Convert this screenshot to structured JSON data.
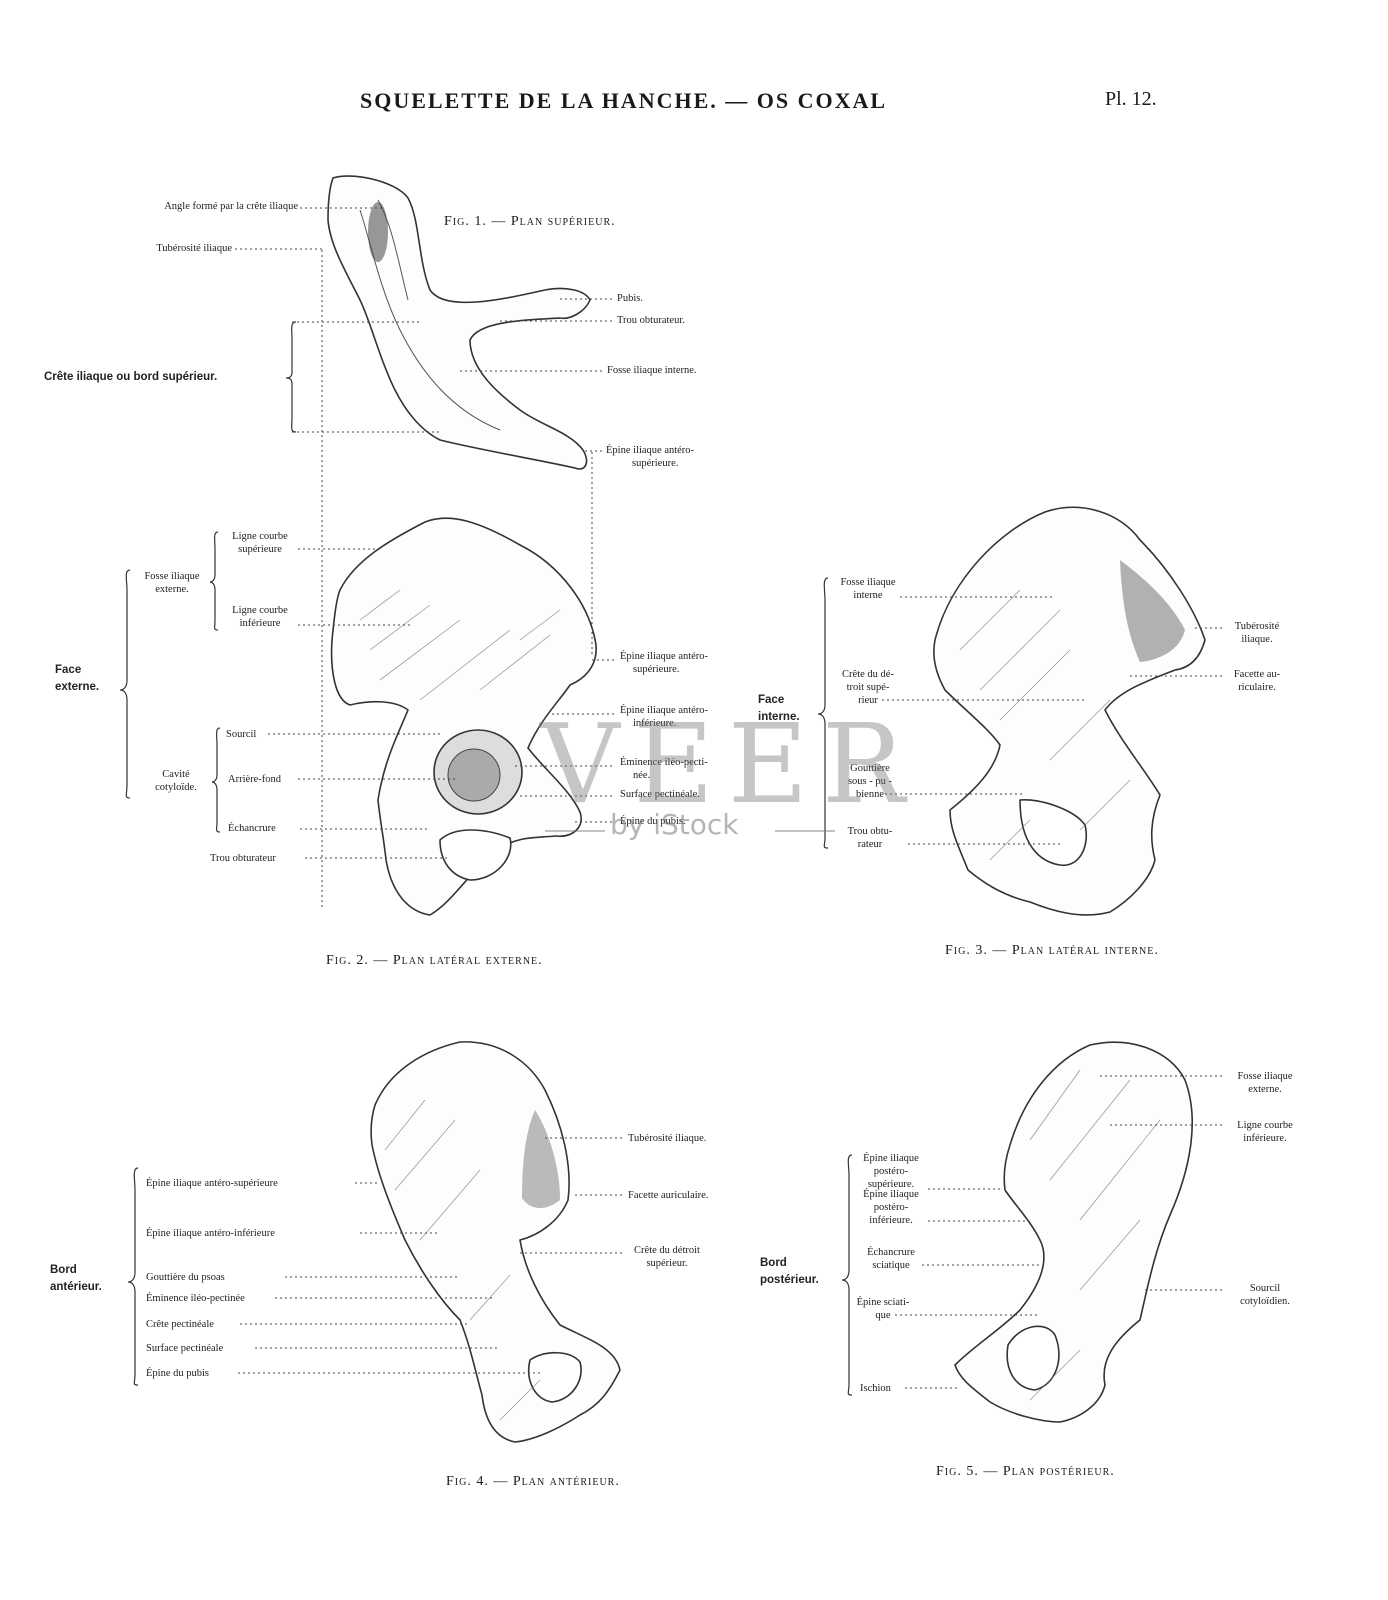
{
  "header": {
    "title": "SQUELETTE DE LA HANCHE. — OS COXAL",
    "plate": "Pl. 12."
  },
  "figures": {
    "fig1": {
      "caption": "Fig. 1. — Plan supérieur.",
      "left_labels": [
        "Angle formé par la crête iliaque",
        "Tubérosité iliaque"
      ],
      "group": "Crête iliaque ou bord supérieur.",
      "right_labels": [
        "Pubis.",
        "Trou obturateur.",
        "Fosse iliaque interne.",
        "Épine iliaque antéro-",
        "supérieure."
      ]
    },
    "fig2": {
      "caption": "Fig. 2. — Plan latéral externe.",
      "group_main": [
        "Face",
        "externe."
      ],
      "sub_fosse": [
        "Fosse iliaque",
        "externe."
      ],
      "sub_cavite": [
        "Cavité",
        "cotyloïde."
      ],
      "left_labels": [
        "Ligne courbe",
        "supérieure",
        "Ligne courbe",
        "inférieure",
        "Sourcil",
        "Arrière-fond",
        "Échancrure",
        "Trou obturateur"
      ],
      "right_labels": [
        "Épine iliaque antéro-",
        "supérieure.",
        "Épine iliaque antéro-",
        "inférieure.",
        "Éminence iléo-pecti-",
        "née.",
        "Surface pectinéale.",
        "Épine du pubis."
      ]
    },
    "fig3": {
      "caption": "Fig. 3. — Plan latéral interne.",
      "group": [
        "Face",
        "interne."
      ],
      "left_labels": [
        "Fosse iliaque",
        "interne",
        "Crête du dé-",
        "troit supé-",
        "rieur",
        "Gouttière",
        "sous - pu -",
        "bienne",
        "Trou obtu-",
        "rateur"
      ],
      "right_labels": [
        "Tubérosité",
        "iliaque.",
        "Facette au-",
        "riculaire."
      ]
    },
    "fig4": {
      "caption": "Fig. 4. — Plan antérieur.",
      "group": [
        "Bord",
        "antérieur."
      ],
      "left_labels": [
        "Épine iliaque antéro-supérieure",
        "Épine iliaque antéro-inférieure",
        "Gouttière du psoas",
        "Éminence iléo-pectinée",
        "Crête pectinéale",
        "Surface pectinéale",
        "Épine du pubis"
      ],
      "right_labels": [
        "Tubérosité iliaque.",
        "Facette auriculaire.",
        "Crête du détroit",
        "supérieur."
      ]
    },
    "fig5": {
      "caption": "Fig. 5. — Plan postérieur.",
      "group": [
        "Bord",
        "postérieur."
      ],
      "left_labels": [
        "Épine iliaque",
        "postéro-",
        "supérieure.",
        "Épine iliaque",
        "postéro-",
        "inférieure.",
        "Échancrure",
        "sciatique",
        "Épine sciati-",
        "que",
        "Ischion"
      ],
      "right_labels": [
        "Fosse iliaque",
        "externe.",
        "Ligne courbe",
        "inférieure.",
        "Sourcil",
        "cotyloïdien."
      ]
    }
  },
  "watermark": {
    "brand": "VEER",
    "sub": "by iStock"
  }
}
